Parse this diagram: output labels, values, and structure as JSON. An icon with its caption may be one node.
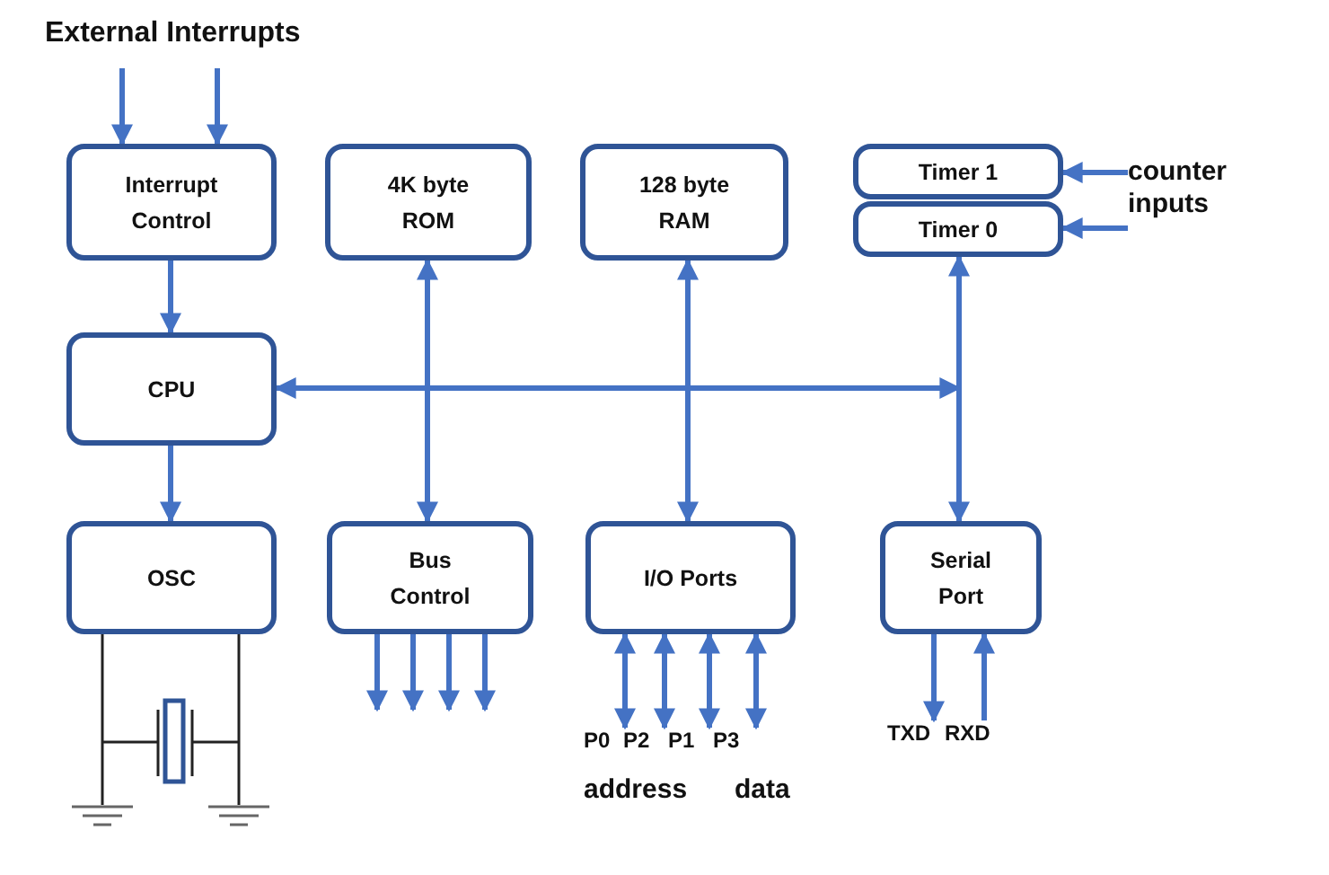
{
  "diagram": {
    "nodes": [
      {
        "text": [
          "Interrupt Control"
        ]
      },
      {
        "text": [
          "4K byte ROM"
        ]
      },
      {
        "text": [
          "128 byte RAM"
        ]
      },
      {
        "text": [
          "Timer 1"
        ]
      },
      {
        "text": [
          "Timer 0"
        ]
      },
      {
        "text": [
          "CPU"
        ]
      },
      {
        "text": [
          "OSC"
        ]
      },
      {
        "text": [
          "Bus Control"
        ]
      },
      {
        "text": [
          "I/O Ports"
        ]
      },
      {
        "text": [
          "Serial Port"
        ]
      },
      {
        "text": [
          "counter inputs"
        ]
      },
      {
        "text": [
          "P0"
        ]
      },
      {
        "text": [
          "P2"
        ]
      },
      {
        "text": [
          "P1"
        ]
      },
      {
        "text": [
          "P3"
        ]
      },
      {
        "text": [
          "TXD"
        ]
      },
      {
        "text": [
          "RXD"
        ]
      }
    ],
    "edges": [
      {
        "from": null,
        "to": 0,
        "arrow": "to"
      },
      {
        "from": null,
        "to": 0,
        "arrow": "to"
      },
      {
        "from": 0,
        "to": 5,
        "arrow": "to"
      },
      {
        "from": 5,
        "to": 6,
        "arrow": "to"
      },
      {
        "from": 5,
        "to": null,
        "arrow": "both"
      },
      {
        "from": 1,
        "to": 7,
        "arrow": "both"
      },
      {
        "from": 2,
        "to": 8,
        "arrow": "both"
      },
      {
        "from": 4,
        "to": 9,
        "arrow": "both"
      },
      {
        "from": 10,
        "to": 3,
        "arrow": "to"
      },
      {
        "from": 10,
        "to": 4,
        "arrow": "to"
      },
      {
        "from": 7,
        "to": null,
        "arrow": "to"
      },
      {
        "from": 7,
        "to": null,
        "arrow": "to"
      },
      {
        "from": 7,
        "to": null,
        "arrow": "to"
      },
      {
        "from": 7,
        "to": null,
        "arrow": "to"
      },
      {
        "from": 8,
        "to": 11,
        "arrow": "both"
      },
      {
        "from": 8,
        "to": 12,
        "arrow": "both"
      },
      {
        "from": 8,
        "to": 13,
        "arrow": "both"
      },
      {
        "from": 8,
        "to": 14,
        "arrow": "both"
      },
      {
        "from": 9,
        "to": 15,
        "arrow": "to"
      },
      {
        "from": 16,
        "to": 9,
        "arrow": "to"
      }
    ],
    "labels": [
      "External Interrupts",
      "address",
      "data"
    ]
  }
}
